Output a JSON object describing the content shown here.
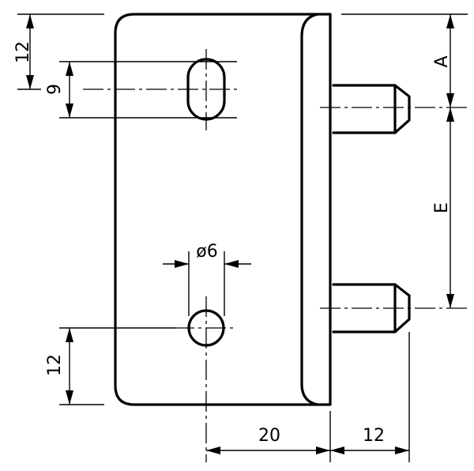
{
  "drawing": {
    "dimensions": {
      "top_offset": "12",
      "slot_width": "9",
      "bottom_offset": "12",
      "hole_diameter": "ø6",
      "distance_a": "A",
      "distance_e": "E",
      "width_to_pin": "20",
      "pin_length": "12"
    }
  }
}
